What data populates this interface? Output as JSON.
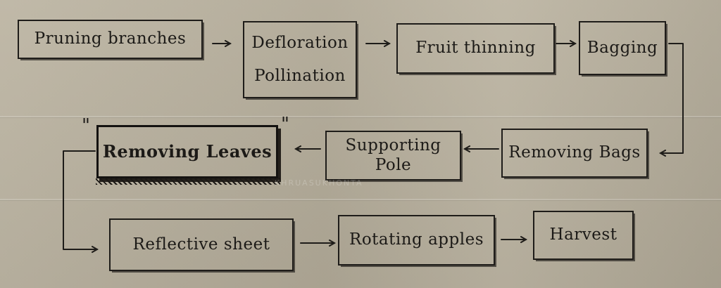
{
  "diagram": {
    "steps": [
      {
        "label": "Pruning branches"
      },
      {
        "line1": "Defloration",
        "line2": "Pollination"
      },
      {
        "label": "Fruit thinning"
      },
      {
        "label": "Bagging"
      },
      {
        "label": "Removing Bags"
      },
      {
        "label": "Supporting Pole"
      },
      {
        "label": "Removing Leaves"
      },
      {
        "label": "Reflective sheet"
      },
      {
        "label": "Rotating apples"
      },
      {
        "label": "Harvest"
      }
    ],
    "highlight_quote_open": "\"",
    "highlight_quote_close": "\"",
    "watermark": "KHRUASUKHONTA"
  },
  "colors": {
    "paper": "#b9b19e",
    "ink": "#1e1c19"
  }
}
